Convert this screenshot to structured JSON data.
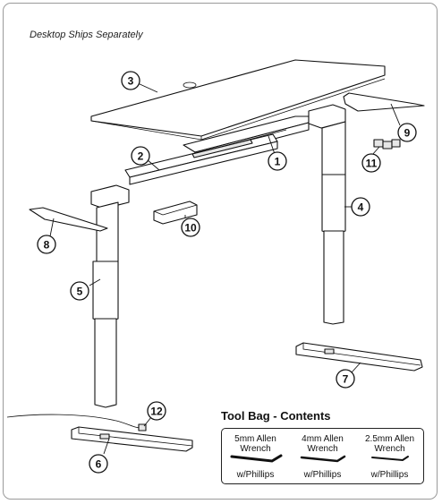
{
  "caption": "Desktop Ships Separately",
  "parts": [
    {
      "number": "1"
    },
    {
      "number": "2"
    },
    {
      "number": "3"
    },
    {
      "number": "4"
    },
    {
      "number": "5"
    },
    {
      "number": "6"
    },
    {
      "number": "7"
    },
    {
      "number": "8"
    },
    {
      "number": "9"
    },
    {
      "number": "10"
    },
    {
      "number": "11"
    },
    {
      "number": "12"
    }
  ],
  "tool_bag": {
    "title": "Tool Bag - Contents",
    "tools": [
      {
        "name": "5mm Allen\nWrench",
        "note": "w/Phillips"
      },
      {
        "name": "4mm Allen\nWrench",
        "note": "w/Phillips"
      },
      {
        "name": "2.5mm Allen\nWrench",
        "note": "w/Phillips"
      }
    ]
  }
}
